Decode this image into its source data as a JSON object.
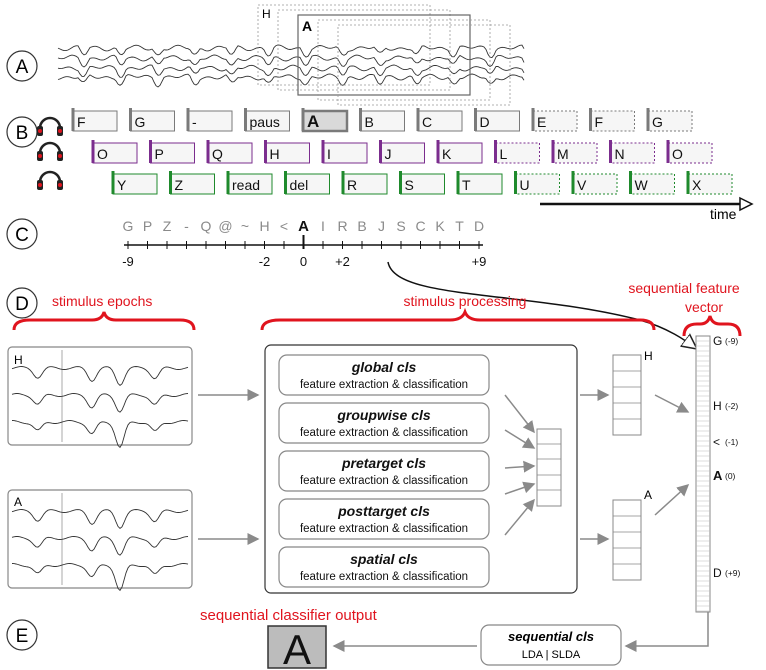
{
  "sections": {
    "a": "A",
    "b": "B",
    "c": "C",
    "d": "D",
    "e": "E"
  },
  "overlay": {
    "label_h": "H",
    "label_a": "A"
  },
  "streams": {
    "top": [
      "F",
      "G",
      "-",
      "paus",
      "A",
      "B",
      "C",
      "D",
      "E",
      "F",
      "G"
    ],
    "middle": [
      "O",
      "P",
      "Q",
      "H",
      "I",
      "J",
      "K",
      "L",
      "M",
      "N",
      "O"
    ],
    "bottom": [
      "Y",
      "Z",
      "read",
      "del",
      "R",
      "S",
      "T",
      "U",
      "V",
      "W",
      "X"
    ],
    "time_label": "time",
    "colors": {
      "top": "#7a7a7a",
      "middle": "#7b2d8e",
      "bottom": "#1f8a2c"
    }
  },
  "sequence": {
    "letters": [
      "G",
      "P",
      "Z",
      "-",
      "Q",
      "@",
      "~",
      "H",
      "<",
      "A",
      "I",
      "R",
      "B",
      "J",
      "S",
      "C",
      "K",
      "T",
      "D"
    ],
    "ticks": [
      "-9",
      "-2",
      "0",
      "+2",
      "+9"
    ]
  },
  "headings": {
    "stimulus_epochs": "stimulus epochs",
    "stimulus_processing": "stimulus processing",
    "feature_vector_1": "sequential feature",
    "feature_vector_2": "vector",
    "classifier_output": "sequential classifier output"
  },
  "epochs": {
    "h_label": "H",
    "a_label": "A"
  },
  "classifiers": [
    {
      "name": "global cls",
      "desc": "feature extraction & classification"
    },
    {
      "name": "groupwise cls",
      "desc": "feature extraction & classification"
    },
    {
      "name": "pretarget cls",
      "desc": "feature extraction & classification"
    },
    {
      "name": "posttarget cls",
      "desc": "feature extraction & classification"
    },
    {
      "name": "spatial cls",
      "desc": "feature extraction & classification"
    }
  ],
  "vector_labels": {
    "h": "H",
    "a": "A"
  },
  "feature_vector": [
    {
      "letter": "G",
      "index": "(-9)"
    },
    {
      "letter": "H",
      "index": "(-2)"
    },
    {
      "letter": "<",
      "index": "(-1)"
    },
    {
      "letter": "A",
      "index": "(0)"
    },
    {
      "letter": "D",
      "index": "(+9)"
    }
  ],
  "sequential": {
    "name": "sequential cls",
    "methods": "LDA | SLDA",
    "output": "A"
  },
  "colors": {
    "accent_red": "#e0141e",
    "line_gray": "#8a8a8a"
  }
}
